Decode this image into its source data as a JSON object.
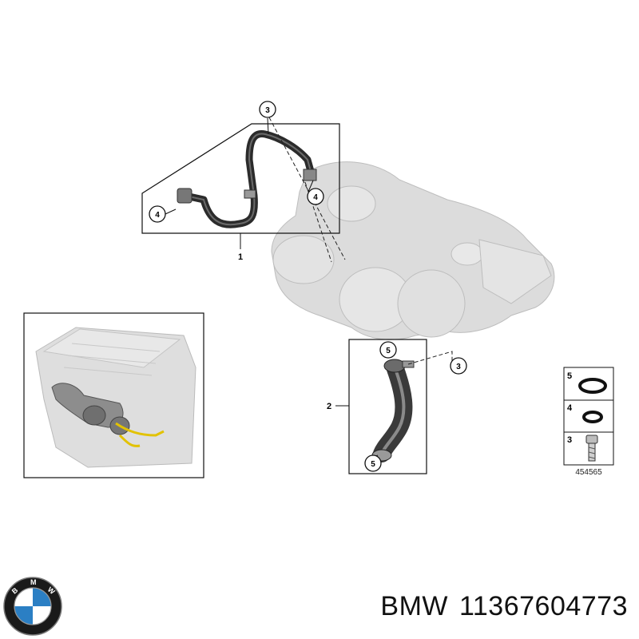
{
  "callouts": {
    "c3_top": "3",
    "c4_left": "4",
    "c4_right": "4",
    "c5_top": "5",
    "c3_mid": "3",
    "c5_bottom": "5"
  },
  "part_labels": {
    "part1": "1",
    "part2": "2"
  },
  "legend": {
    "items": [
      {
        "number": "5",
        "icon": "large-o-ring-icon"
      },
      {
        "number": "4",
        "icon": "small-o-ring-icon"
      },
      {
        "number": "3",
        "icon": "hex-socket-bolt-icon"
      }
    ],
    "reference_number": "454565"
  },
  "product": {
    "brand": "BMW",
    "part_number": "11367604773"
  },
  "colors": {
    "hose": "#2b2b2b",
    "ghost_part": "#d9d9d9",
    "outline": "#111111"
  }
}
